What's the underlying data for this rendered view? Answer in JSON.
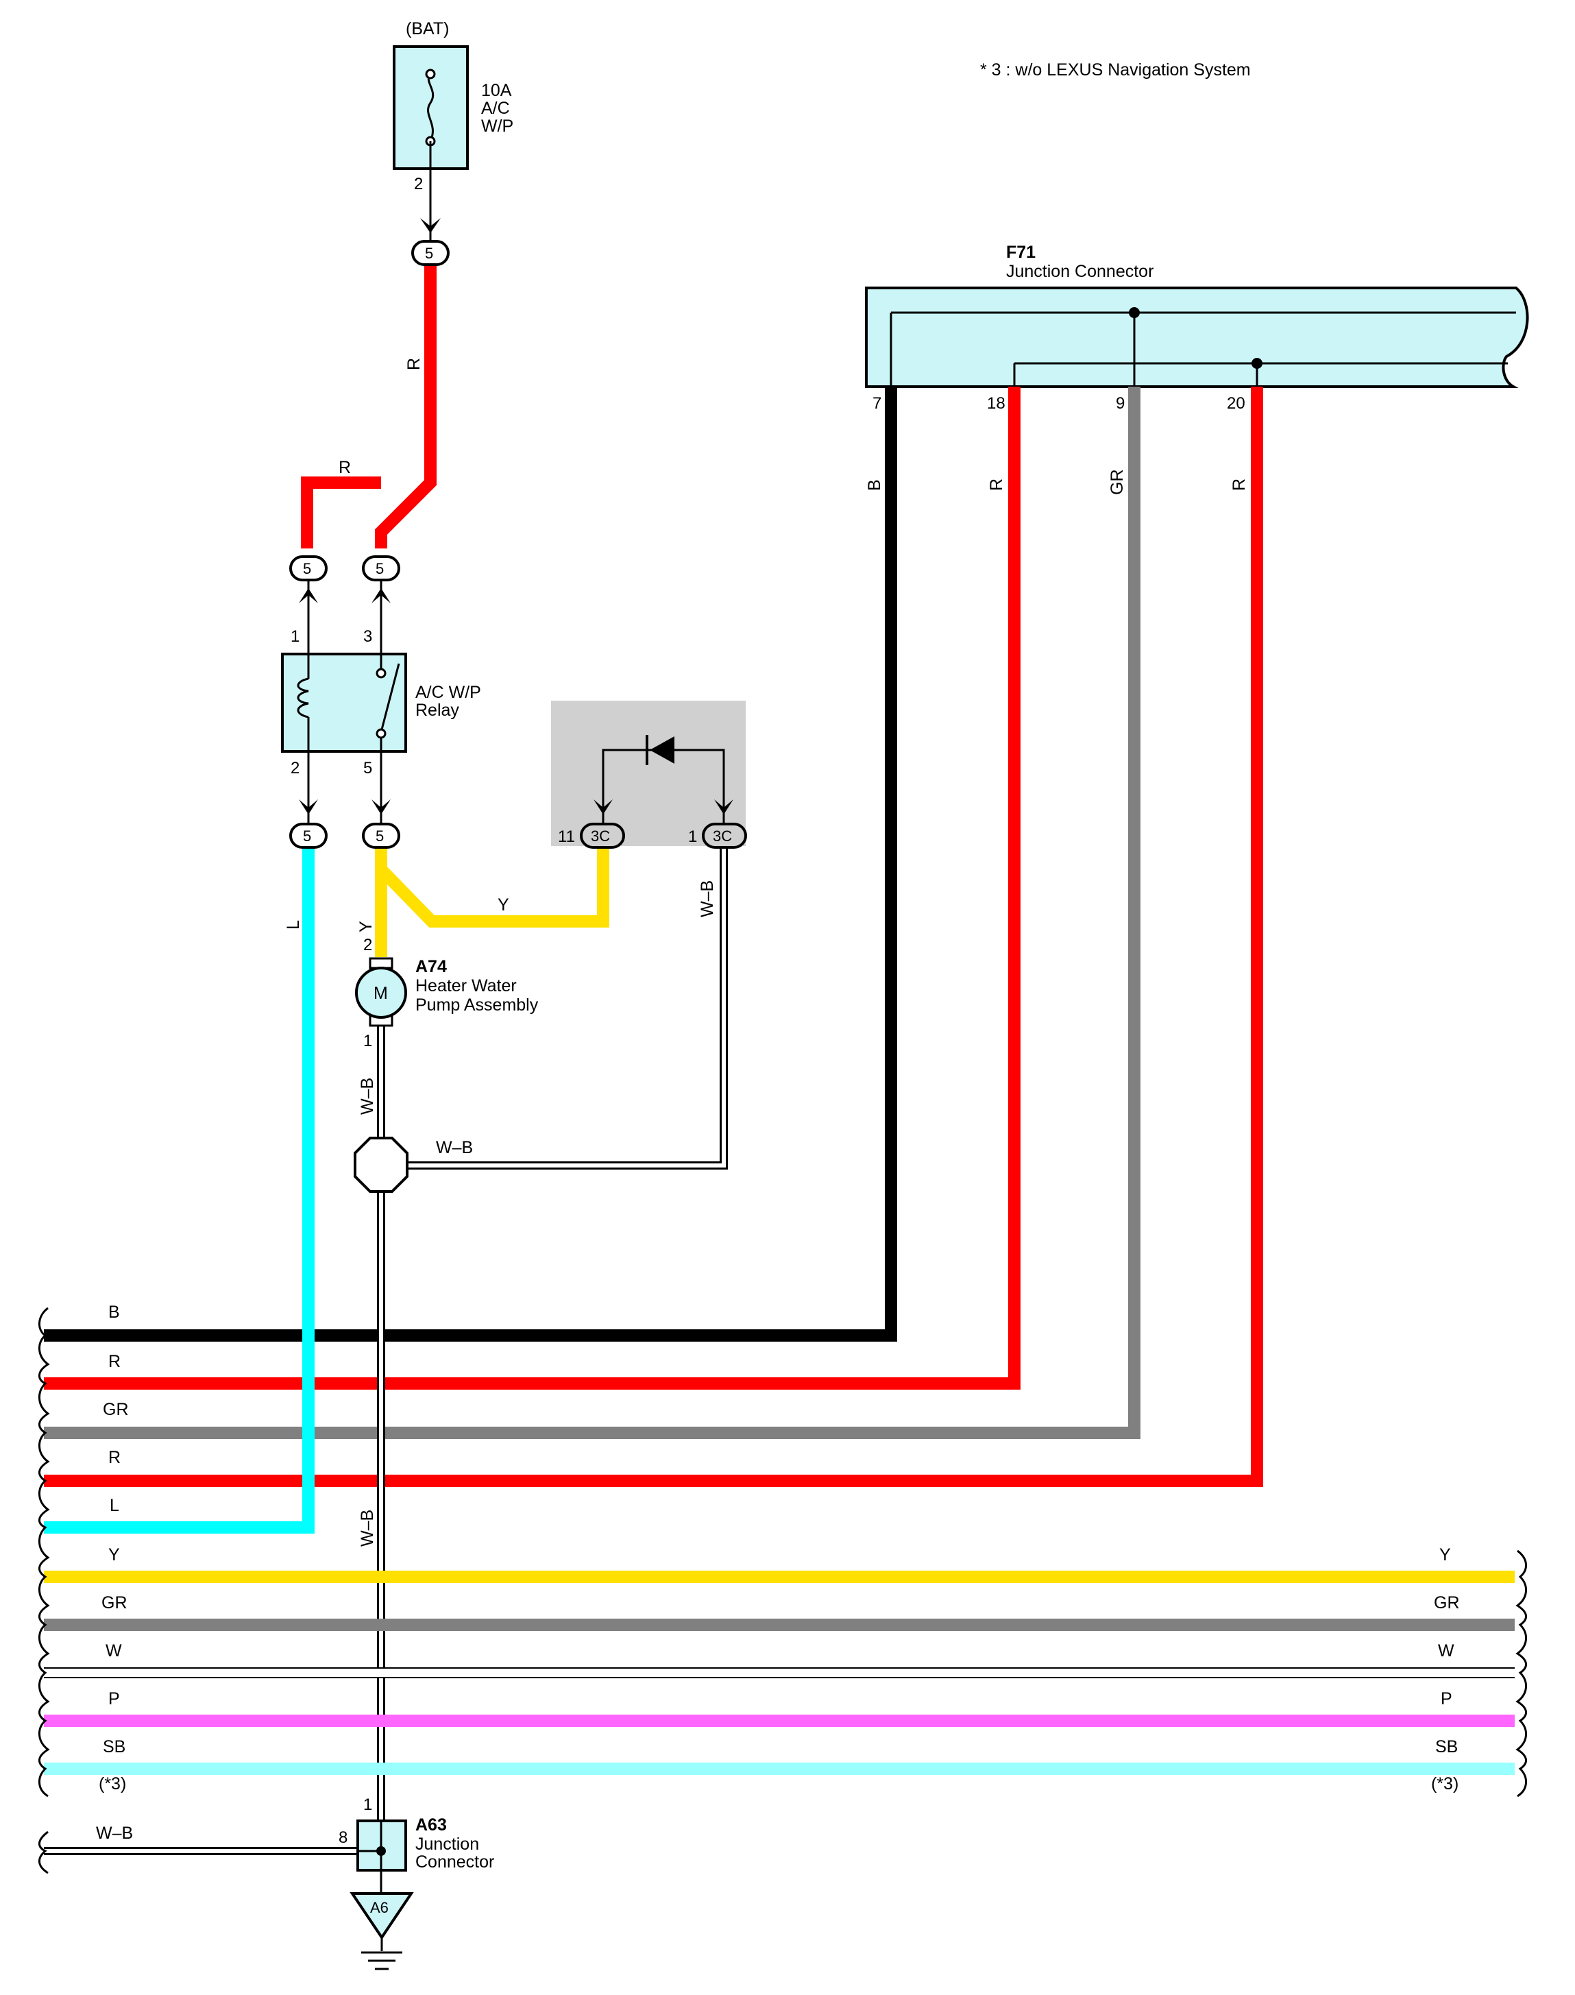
{
  "note": "* 3 : w/o LEXUS Navigation System",
  "fuse": {
    "source": "(BAT)",
    "rating": "10A",
    "name_line1": "A/C",
    "name_line2": "W/P",
    "pin": "2"
  },
  "connector_code": "5",
  "diode_connector_code": "3C",
  "relay": {
    "name_line1": "A/C W/P",
    "name_line2": "Relay",
    "pins": {
      "coil_in": "1",
      "switch_in": "3",
      "coil_out": "2",
      "switch_out": "5"
    }
  },
  "pump": {
    "id": "A74",
    "name_line1": "Heater Water",
    "name_line2": "Pump Assembly",
    "symbol": "M",
    "pin_top": "2",
    "pin_bottom": "1"
  },
  "diode_pins": {
    "left": "11",
    "right": "1"
  },
  "junction_f71": {
    "id": "F71",
    "name": "Junction Connector",
    "pins": [
      "7",
      "18",
      "9",
      "20"
    ]
  },
  "junction_a63": {
    "id": "A63",
    "name_line1": "Junction",
    "name_line2": "Connector",
    "pin_top": "1",
    "pin_left": "8"
  },
  "ground": {
    "code": "A6"
  },
  "wire_labels": {
    "bat_to_relay": "R",
    "relay_bridge": "R",
    "coil_to_bus": "L",
    "pump_feed": "Y",
    "diode_feed": "Y",
    "diode_ground": "W–B",
    "pump_ground": "W–B",
    "splice_link": "W–B",
    "ground_trunk": "W–B",
    "a63_left": "W–B",
    "f71_7": "B",
    "f71_18": "R",
    "f71_9": "GR",
    "f71_20": "R"
  },
  "bus": [
    {
      "left": "B",
      "right": "",
      "color": "#000000"
    },
    {
      "left": "R",
      "right": "",
      "color": "#ff0000"
    },
    {
      "left": "GR",
      "right": "",
      "color": "#808080"
    },
    {
      "left": "R",
      "right": "",
      "color": "#ff0000"
    },
    {
      "left": "L",
      "right": "",
      "color": "#00ffff"
    },
    {
      "left": "Y",
      "right": "Y",
      "color": "#ffe000"
    },
    {
      "left": "GR",
      "right": "GR",
      "color": "#808080"
    },
    {
      "left": "W",
      "right": "W",
      "color": "#ffffff"
    },
    {
      "left": "P",
      "right": "P",
      "color": "#ff66ff"
    },
    {
      "left": "SB",
      "right": "SB",
      "color": "#99ffff"
    }
  ],
  "sb_note": "(*3)",
  "colors": {
    "component_fill": "#ccf5f7",
    "diode_box": "#d0d0d0",
    "red": "#ff0000",
    "yellow": "#ffe000",
    "cyan": "#00ffff",
    "gray": "#808080"
  }
}
